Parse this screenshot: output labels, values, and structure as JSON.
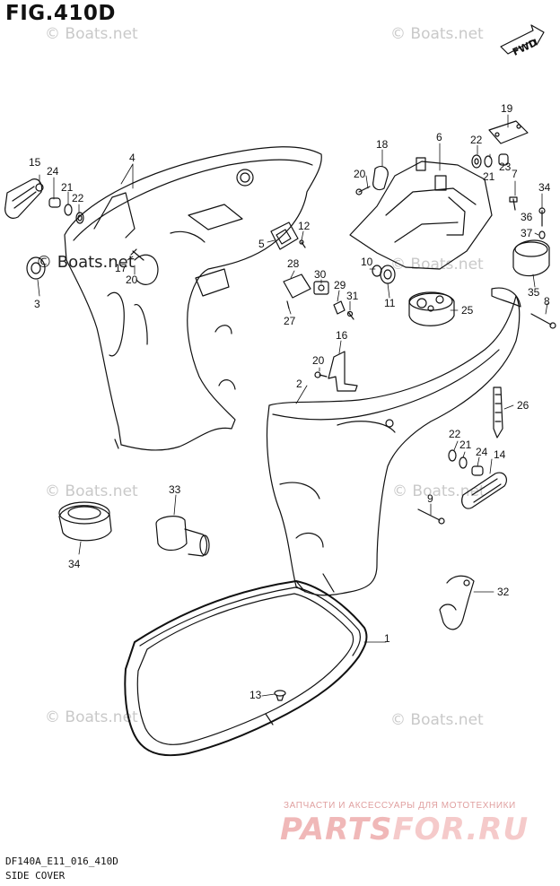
{
  "figure": {
    "title": "FIG.410D"
  },
  "watermark": {
    "text": "© Boats.net"
  },
  "direction": {
    "label": "FWD"
  },
  "callouts": {
    "c1": "1",
    "c2": "2",
    "c3": "3",
    "c4": "4",
    "c5": "5",
    "c6": "6",
    "c7": "7",
    "c8": "8",
    "c9": "9",
    "c10": "10",
    "c11": "11",
    "c12": "12",
    "c13": "13",
    "c14": "14",
    "c15": "15",
    "c16": "16",
    "c17": "17",
    "c18": "18",
    "c19": "19",
    "c20a": "20",
    "c20b": "20",
    "c20c": "20",
    "c21a": "21",
    "c21b": "21",
    "c21c": "21",
    "c22a": "22",
    "c22b": "22",
    "c22c": "22",
    "c23": "23",
    "c24a": "24",
    "c24b": "24",
    "c25": "25",
    "c26": "26",
    "c27": "27",
    "c28": "28",
    "c29": "29",
    "c30": "30",
    "c31": "31",
    "c32": "32",
    "c33": "33",
    "c34a": "34",
    "c34b": "34",
    "c35": "35",
    "c36": "36",
    "c37": "37"
  },
  "footer": {
    "code": "DF140A_E11_016_410D",
    "name": "SIDE COVER"
  },
  "branding": {
    "promo": "ЗАПЧАСТИ И АКСЕССУАРЫ ДЛЯ МОТОТЕХНИКИ",
    "brand_a": "PARTS",
    "brand_b": "FOR.RU"
  }
}
